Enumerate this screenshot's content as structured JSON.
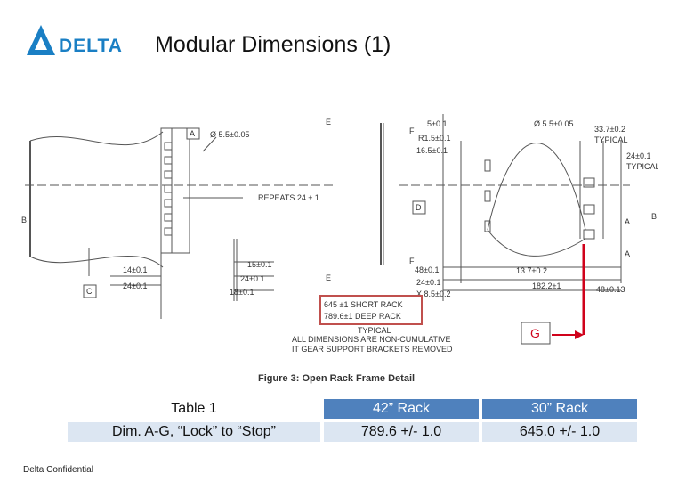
{
  "header": {
    "brand_text": "DELTA",
    "title": "Modular Dimensions (1)"
  },
  "drawing": {
    "caption": "Figure 3: Open Rack Frame Detail",
    "callout_label": "G",
    "colors": {
      "callout": "#d0021b",
      "short_rack_box": "#c0504d",
      "line": "#555555"
    },
    "labels": {
      "a_left": "A",
      "hole_left": "Ø 5.5±0.05",
      "repeats": "REPEATS 24 ±.1",
      "b_left": "B",
      "dim_14": "14±0.1",
      "dim_24_left": "24±0.1",
      "c_box": "C",
      "dim_15": "15±0.1",
      "dim_24_mid": "24±0.1",
      "dim_18": "18±0.1",
      "e_top": "E",
      "e_bottom": "E",
      "f_top": "F",
      "f_bottom": "F",
      "dim_5": "5±0.1",
      "dim_r15": "R1.5±0.1",
      "dim_165": "16.5±0.1",
      "d_box": "D",
      "dim_48": "48±0.1",
      "dim_24_right": "24±0.1",
      "dim_85": "X 8.5±0.2",
      "hole_right": "Ø 5.5±0.05",
      "dim_337": "33.7±0.2",
      "typical_1": "TYPICAL",
      "dim_24_far": "24±0.1",
      "typical_2": "TYPICAL",
      "a_right_1": "A",
      "a_right_2": "A",
      "b_right": "B",
      "dim_137": "13.7±0.2",
      "dim_1822": "182.2±1",
      "dim_4813": "48±0.13",
      "short_rack": "645 ±1 SHORT RACK",
      "deep_rack": "789.6±1 DEEP RACK",
      "typical_3": "TYPICAL",
      "note_1": "ALL DIMENSIONS ARE NON-CUMULATIVE",
      "note_2": "IT GEAR SUPPORT BRACKETS REMOVED"
    }
  },
  "table": {
    "headers": [
      "Table 1",
      "42” Rack",
      "30” Rack"
    ],
    "row": [
      "Dim. A-G, “Lock” to “Stop”",
      "789.6 +/- 1.0",
      "645.0 +/- 1.0"
    ]
  },
  "footer": {
    "text": "Delta Confidential"
  },
  "brand_color": "#1a7fc4"
}
